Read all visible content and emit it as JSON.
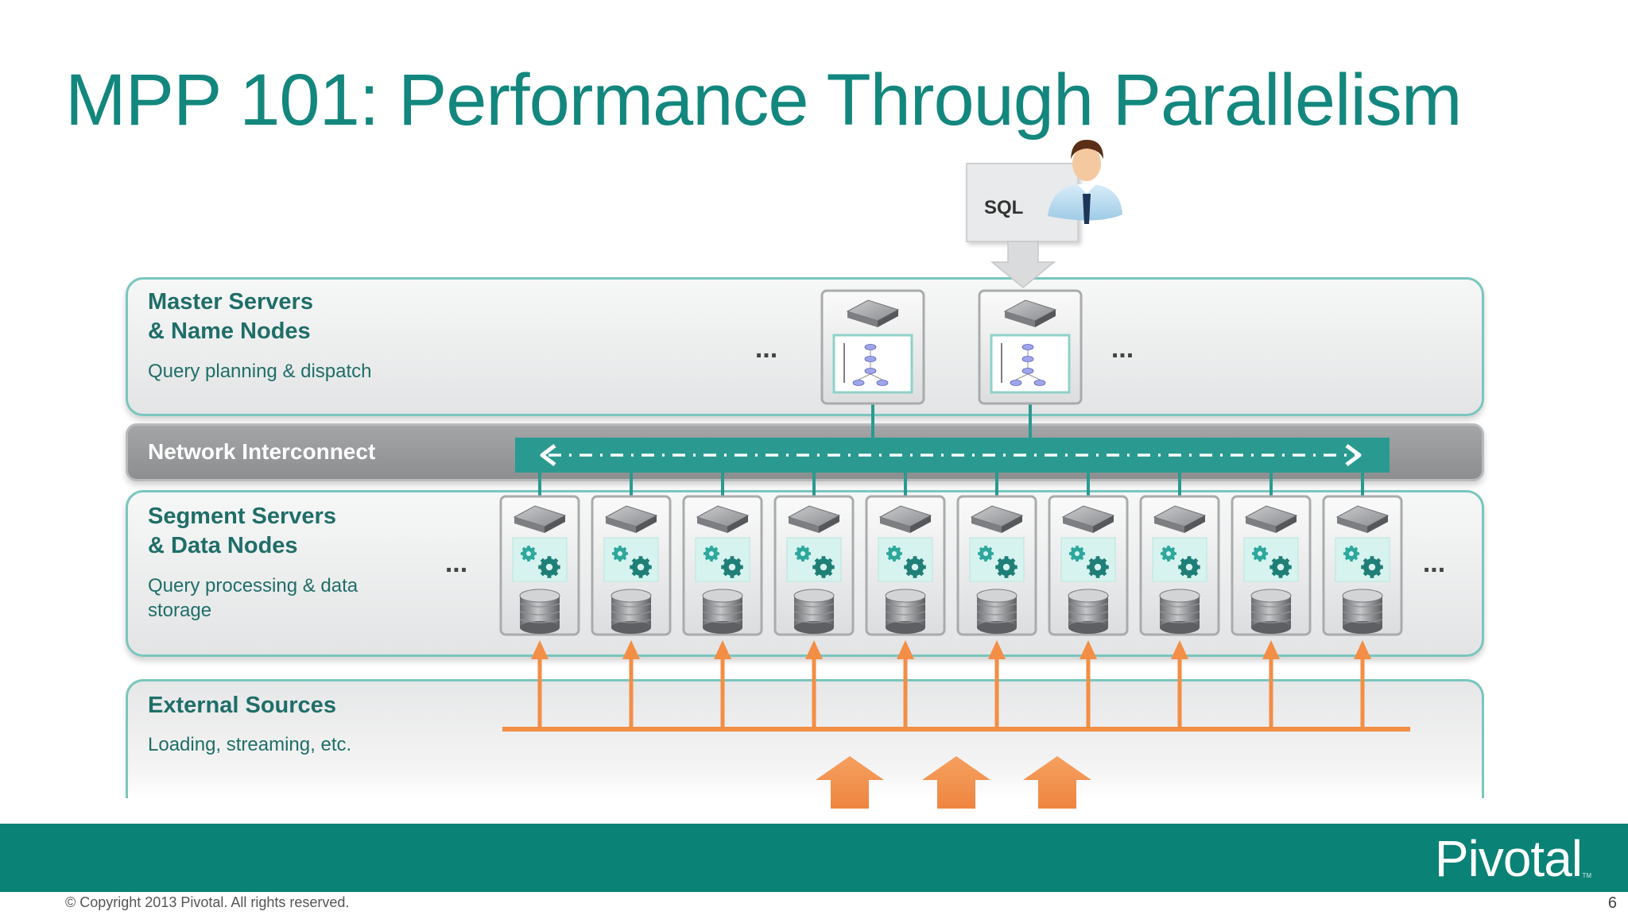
{
  "title": "MPP 101: Performance Through Parallelism",
  "sql_label": "SQL",
  "tiers": {
    "master": {
      "title_line1": "Master Servers",
      "title_line2": "& Name Nodes",
      "subtitle": "Query planning & dispatch"
    },
    "network": {
      "title": "Network Interconnect"
    },
    "segment": {
      "title_line1": "Segment Servers",
      "title_line2": "& Data Nodes",
      "subtitle_line1": "Query processing & data",
      "subtitle_line2": "storage"
    },
    "external": {
      "title": "External Sources",
      "subtitle": "Loading, streaming, etc."
    }
  },
  "ellipsis": "...",
  "master_node_count": 2,
  "segment_node_count": 10,
  "inbound_arrow_count": 3,
  "colors": {
    "teal": "#13877e",
    "orange": "#f28e45",
    "footer": "#0b8276"
  },
  "footer": {
    "brand": "Pivotal",
    "trademark": "TM",
    "copyright": "© Copyright 2013 Pivotal. All rights reserved.",
    "page_number": "6"
  }
}
